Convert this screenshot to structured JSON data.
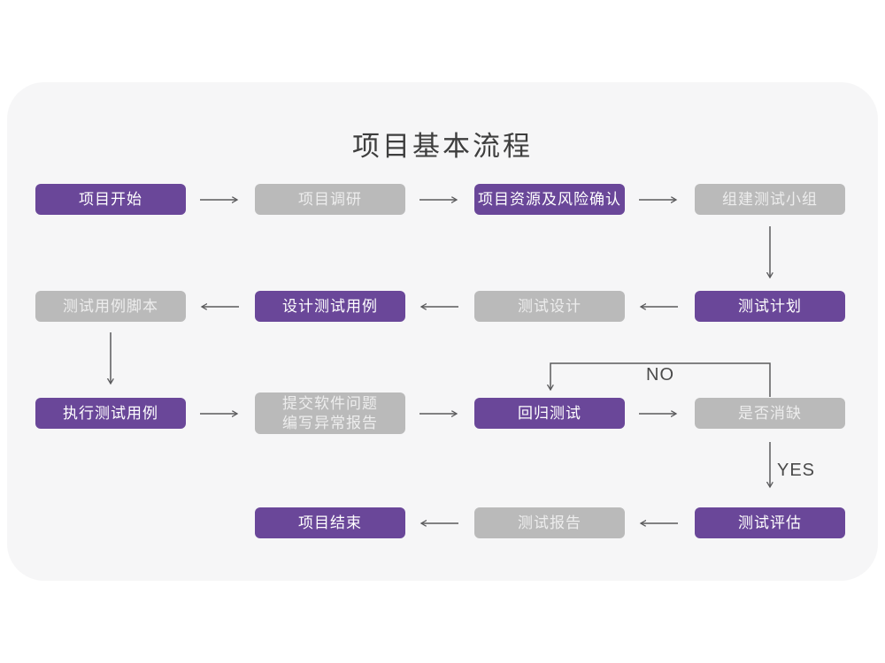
{
  "title": "项目基本流程",
  "palette": {
    "node_purple": "#6a4799",
    "node_gray": "#bababa",
    "card_background": "#f6f6f7",
    "page_background": "#ffffff",
    "arrow": "#5a5a5c",
    "text_on_purple": "#ffffff",
    "text_on_gray": "#ededed",
    "title_color": "#3e3e3e"
  },
  "branch_labels": {
    "no": "NO",
    "yes": "YES"
  },
  "nodes": [
    {
      "id": "project-start",
      "label": "项目开始",
      "variant": "purple"
    },
    {
      "id": "project-research",
      "label": "项目调研",
      "variant": "gray"
    },
    {
      "id": "resources-and-risk",
      "label": "项目资源及风险确认",
      "variant": "purple"
    },
    {
      "id": "build-test-team",
      "label": "组建测试小组",
      "variant": "gray"
    },
    {
      "id": "test-case-script",
      "label": "测试用例脚本",
      "variant": "gray"
    },
    {
      "id": "design-test-cases",
      "label": "设计测试用例",
      "variant": "purple"
    },
    {
      "id": "test-design",
      "label": "测试设计",
      "variant": "gray"
    },
    {
      "id": "test-plan",
      "label": "测试计划",
      "variant": "purple"
    },
    {
      "id": "execute-test-cases",
      "label": "执行测试用例",
      "variant": "purple"
    },
    {
      "id": "submit-issue-report",
      "label": "提交软件问题\n编写异常报告",
      "variant": "gray"
    },
    {
      "id": "regression-test",
      "label": "回归测试",
      "variant": "purple"
    },
    {
      "id": "defect-cleared",
      "label": "是否消缺",
      "variant": "gray"
    },
    {
      "id": "project-end",
      "label": "项目结束",
      "variant": "purple"
    },
    {
      "id": "test-report",
      "label": "测试报告",
      "variant": "gray"
    },
    {
      "id": "test-evaluation",
      "label": "测试评估",
      "variant": "purple"
    }
  ]
}
